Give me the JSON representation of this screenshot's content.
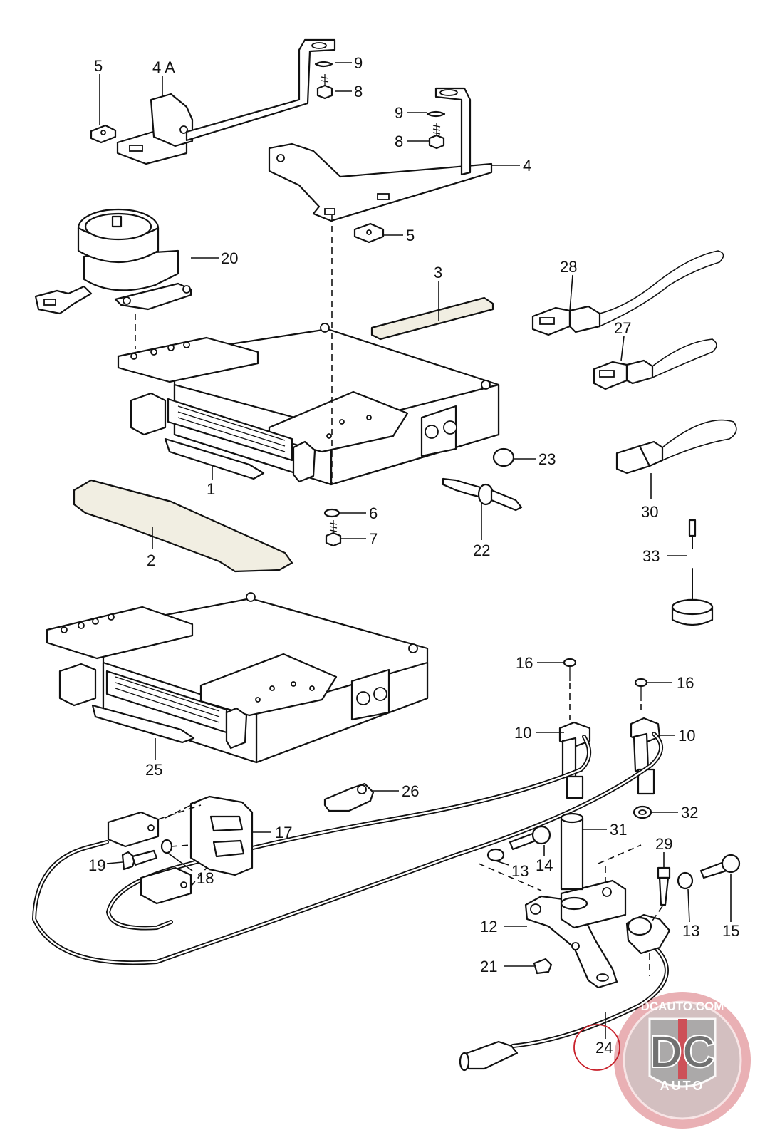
{
  "callouts": {
    "c1": "1",
    "c2": "2",
    "c3": "3",
    "c4": "4",
    "c4a": "4 A",
    "c5a": "5",
    "c5b": "5",
    "c6": "6",
    "c7": "7",
    "c8a": "8",
    "c8b": "8",
    "c9a": "9",
    "c9b": "9",
    "c10a": "10",
    "c10b": "10",
    "c12": "12",
    "c13a": "13",
    "c13b": "13",
    "c14": "14",
    "c15": "15",
    "c16a": "16",
    "c16b": "16",
    "c17": "17",
    "c18": "18",
    "c19": "19",
    "c20": "20",
    "c21": "21",
    "c22": "22",
    "c23": "23",
    "c24": "24",
    "c25": "25",
    "c26": "26",
    "c27": "27",
    "c28": "28",
    "c29": "29",
    "c30": "30",
    "c31": "31",
    "c32": "32",
    "c33": "33"
  },
  "watermark": {
    "site": "DCAUTO.COM",
    "letters": "DC",
    "word": "AUTO"
  },
  "colors": {
    "line": "#111111",
    "highlight": "#c8202a",
    "badge_gray": "#8f8f8f",
    "badge_red": "#c0202a"
  }
}
